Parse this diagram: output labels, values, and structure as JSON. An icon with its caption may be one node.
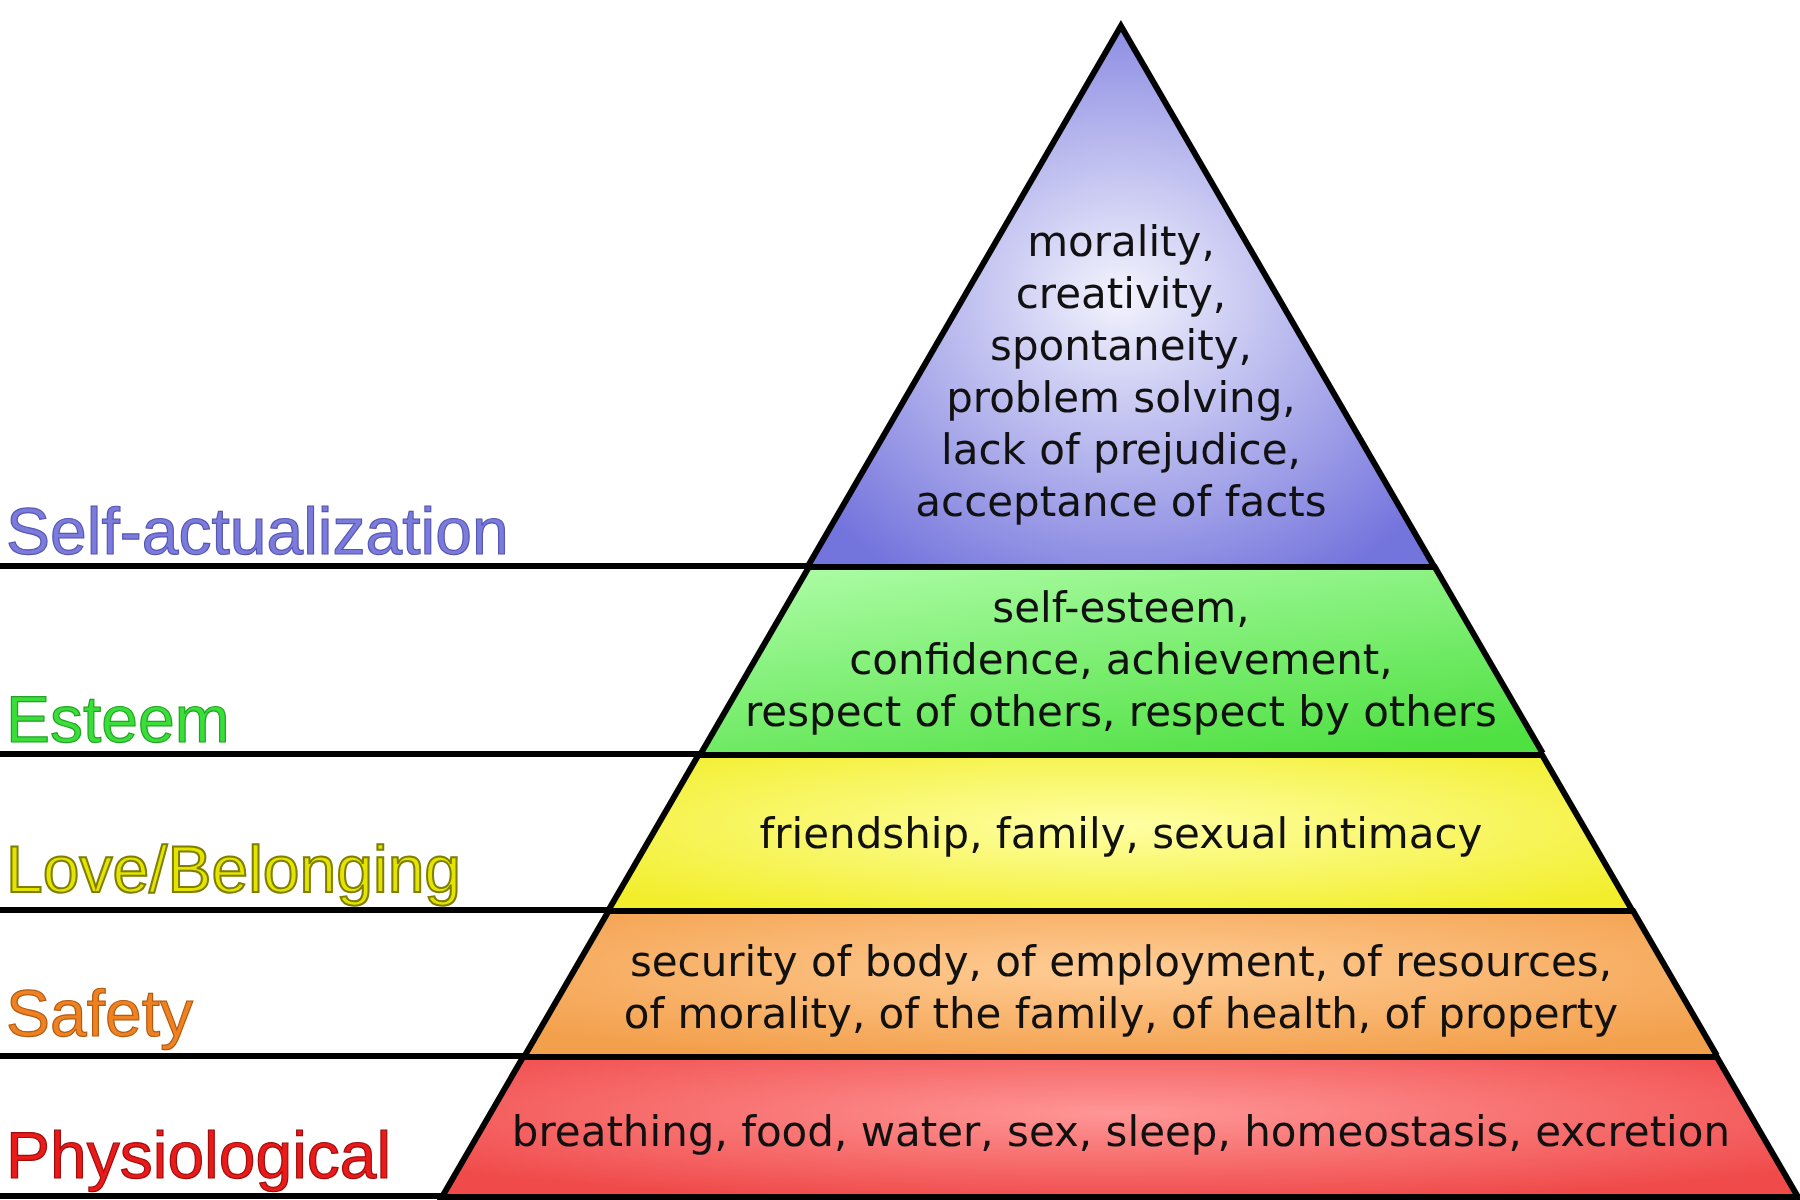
{
  "diagram": {
    "nodes": [
      {
        "text": [
          "morality, creativity, spontaneity, problem solving, lack of prejudice, acceptance of facts"
        ]
      },
      {
        "text": [
          "Self-actualization"
        ]
      },
      {
        "text": [
          "Esteem"
        ]
      },
      {
        "text": [
          "self-esteem, confidence, achievement, respect of others, respect by others"
        ]
      },
      {
        "text": [
          "Love/Belonging"
        ]
      },
      {
        "text": [
          "friendship, family, sexual intimacy"
        ]
      },
      {
        "text": [
          "Safety"
        ]
      },
      {
        "text": [
          "security of body, of employment, of resources, of morality, of the family, of health, of property"
        ]
      },
      {
        "text": [
          "Physiological"
        ]
      },
      {
        "text": [
          "breathing, food, water, sex, sleep, homeostasis, excretion"
        ]
      }
    ],
    "edges": [
      {
        "from": 1,
        "to": 0,
        "arrow": "none"
      },
      {
        "from": 2,
        "to": 3,
        "arrow": "none"
      },
      {
        "from": 4,
        "to": 5,
        "arrow": "none"
      },
      {
        "from": 6,
        "to": 7,
        "arrow": "none"
      },
      {
        "from": 8,
        "to": 9,
        "arrow": "none"
      }
    ]
  }
}
